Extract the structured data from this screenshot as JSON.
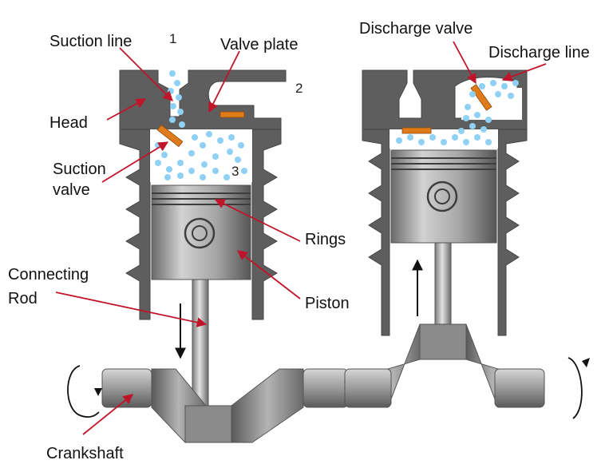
{
  "labels": {
    "suction_line": "Suction line",
    "valve_plate": "Valve plate",
    "head": "Head",
    "suction_valve_1": "Suction",
    "suction_valve_2": "valve",
    "rings": "Rings",
    "piston": "Piston",
    "connecting_rod_1": "Connecting",
    "connecting_rod_2": "Rod",
    "crankshaft": "Crankshaft",
    "discharge_valve": "Discharge valve",
    "discharge_line": "Discharge line"
  },
  "numbers": {
    "n1": "1",
    "n2": "2",
    "n3": "3"
  },
  "colors": {
    "metal_dark": "#5e5e5e",
    "metal_mid": "#8a8a8a",
    "metal_light": "#c4c4c4",
    "valve_orange": "#e07b1a",
    "bubble_blue": "#8fd0f5",
    "leader_red": "#c0142a"
  }
}
